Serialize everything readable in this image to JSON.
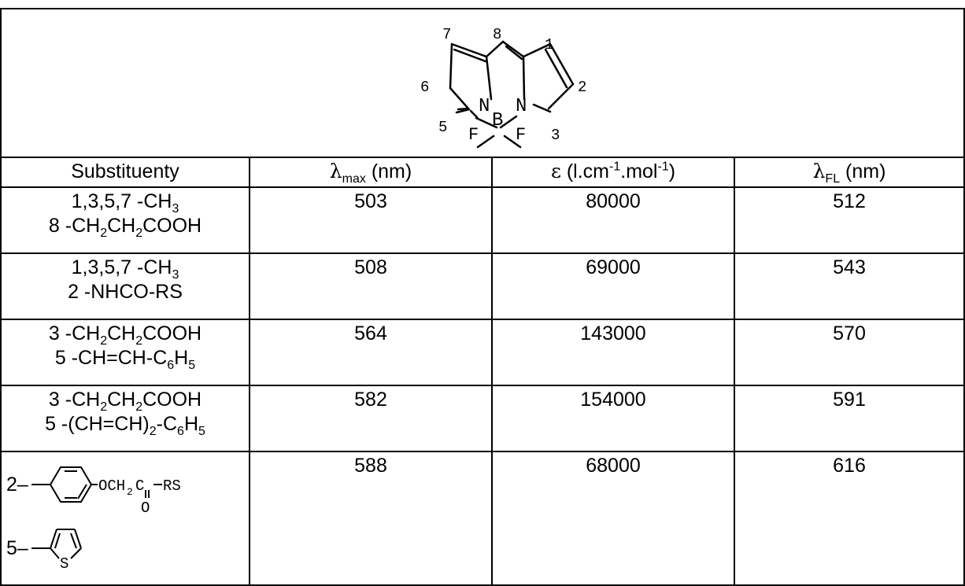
{
  "structure": {
    "labels": {
      "p1": "1",
      "p2": "2",
      "p3": "3",
      "p5": "5",
      "p6": "6",
      "p7": "7",
      "p8": "8",
      "n_left": "N",
      "n_right": "N",
      "boron": "B",
      "f_left": "F",
      "f_right": "F"
    }
  },
  "header": {
    "col1": "Substituenty",
    "col2_sym": "λ",
    "col2_sub": "max",
    "col2_unit": " (nm)",
    "col3_sym": "ε",
    "col3_a": " (l.cm",
    "col3_sup1": "-1",
    "col3_b": ".mol",
    "col3_sup2": "-1",
    "col3_c": ")",
    "col4_sym": "λ",
    "col4_sub": "FL",
    "col4_unit": " (nm)"
  },
  "rows": [
    {
      "line1_pre": "1,3,5,7 -CH",
      "line1_sub": "3",
      "line2_a": "8 -CH",
      "line2_s1": "2",
      "line2_b": "CH",
      "line2_s2": "2",
      "line2_c": "COOH",
      "lmax": "503",
      "eps": "80000",
      "lfl": "512"
    },
    {
      "line1_pre": "1,3,5,7 -CH",
      "line1_sub": "3",
      "line2": "2 -NHCO-RS",
      "lmax": "508",
      "eps": "69000",
      "lfl": "543"
    },
    {
      "line1_a": "3 -CH",
      "line1_s1": "2",
      "line1_b": "CH",
      "line1_s2": "2",
      "line1_c": "COOH",
      "line2_a": "5 -CH=CH-C",
      "line2_s1": "6",
      "line2_b": "H",
      "line2_s2": "5",
      "lmax": "564",
      "eps": "143000",
      "lfl": "570"
    },
    {
      "line1_a": "3 -CH",
      "line1_s1": "2",
      "line1_b": "CH",
      "line1_s2": "2",
      "line1_c": "COOH",
      "line2_a": "5 -(CH=CH)",
      "line2_s1": "2",
      "line2_b": "-C",
      "line2_s2": "6",
      "line2_c": "H",
      "line2_s3": "5",
      "lmax": "582",
      "eps": "154000",
      "lfl": "591"
    },
    {
      "pos2": "2–",
      "phenyl_text_a": "OCH",
      "phenyl_text_sub": "2",
      "phenyl_text_b": "C",
      "phenyl_text_c": "RS",
      "phenyl_o": "O",
      "pos5": "5–",
      "thiophene_s": "S",
      "lmax": "588",
      "eps": "68000",
      "lfl": "616"
    }
  ]
}
